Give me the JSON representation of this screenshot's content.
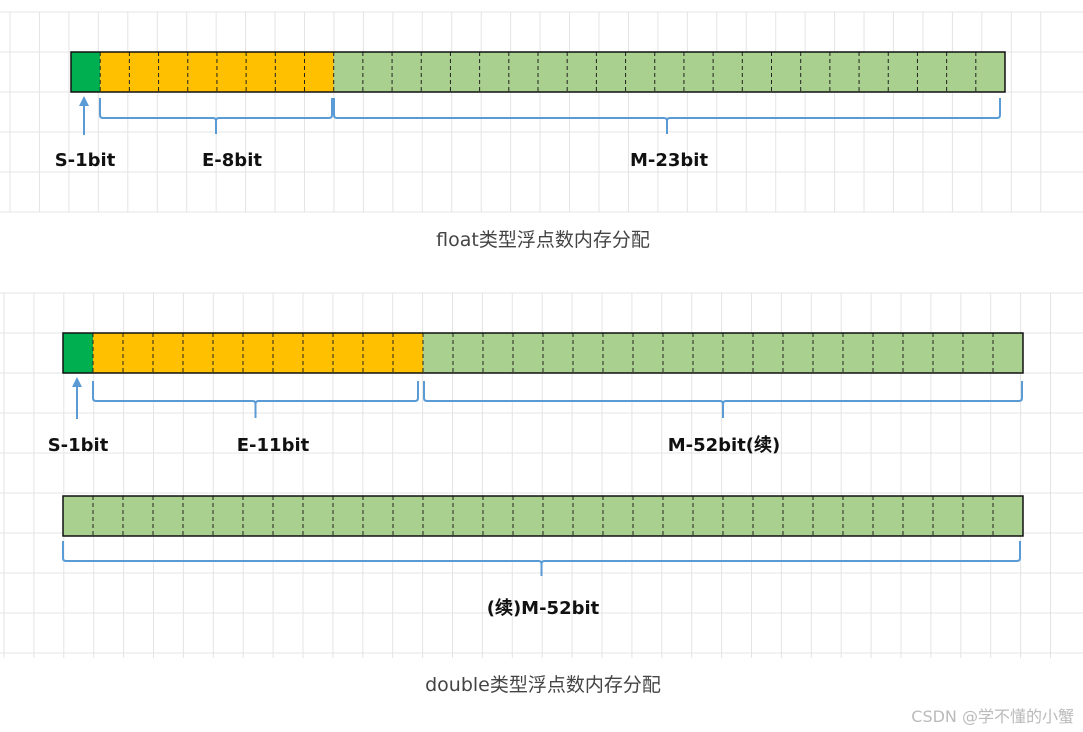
{
  "float": {
    "sign_label": "S-1bit",
    "exponent_label": "E-8bit",
    "mantissa_label": "M-23bit",
    "caption": "float类型浮点数内存分配",
    "sign_bits": 1,
    "exponent_bits": 8,
    "mantissa_bits": 23
  },
  "double": {
    "sign_label": "S-1bit",
    "exponent_label": "E-11bit",
    "mantissa_label": "M-52bit(续)",
    "continuation_label": "(续)M-52bit",
    "caption": "double类型浮点数内存分配",
    "sign_bits": 1,
    "exponent_bits": 11,
    "mantissa_bits_row1": 20,
    "mantissa_bits_row2": 32
  },
  "watermark": "CSDN @学不懂的小蟹",
  "colors": {
    "sign": "#00b050",
    "exponent": "#ffc000",
    "mantissa": "#a9d08e",
    "bracket": "#5b9bd5",
    "grid": "#e4e4e4"
  }
}
